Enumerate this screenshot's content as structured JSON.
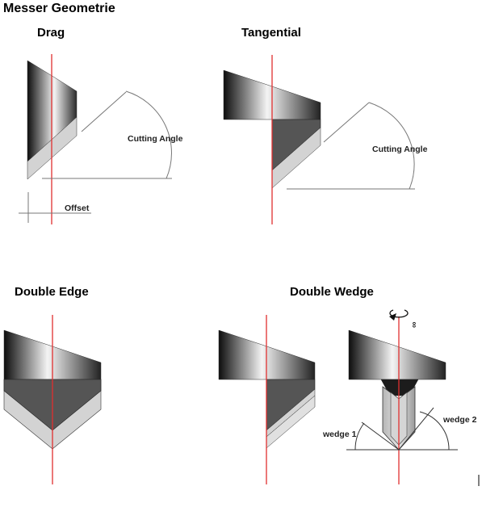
{
  "page_title": "Messer Geometrie",
  "sections": {
    "drag": {
      "heading": "Drag",
      "cutting_angle_label": "Cutting Angle",
      "offset_label": "Offset"
    },
    "tangential": {
      "heading": "Tangential",
      "cutting_angle_label": "Cutting Angle"
    },
    "double_edge": {
      "heading": "Double Edge"
    },
    "double_wedge": {
      "heading": "Double Wedge",
      "wedge1_label": "wedge 1",
      "wedge2_label": "wedge 2",
      "rotation_label": "∞"
    }
  },
  "colors": {
    "axis_line": "#e03030",
    "blade_dark": "#111111",
    "blade_light": "#f2f2f2",
    "edge_dark": "#555555",
    "edge_light": "#d2d2d2",
    "guide_line": "#777777"
  }
}
